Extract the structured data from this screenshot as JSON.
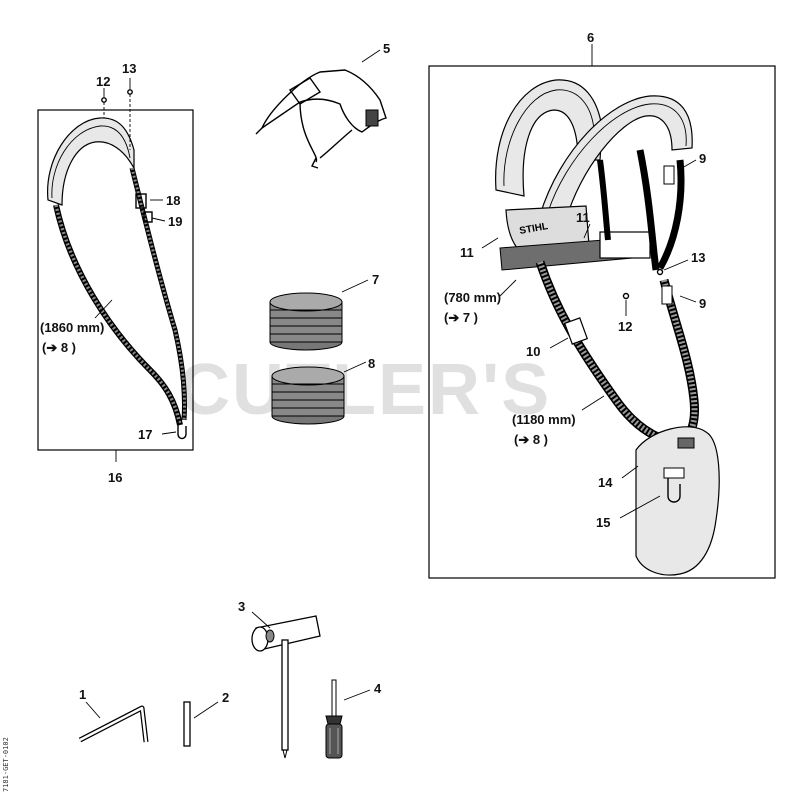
{
  "watermark": "CUTLER'S",
  "side_code": "7181-GET-0102",
  "labels": {
    "l1": "1",
    "l2": "2",
    "l3": "3",
    "l4": "4",
    "l5": "5",
    "l6": "6",
    "l7": "7",
    "l8": "8",
    "l9a": "9",
    "l9b": "9",
    "l10": "10",
    "l11a": "11",
    "l11b": "11",
    "l12a": "12",
    "l12b": "12",
    "l13a": "13",
    "l13b": "13",
    "l14": "14",
    "l15": "15",
    "l16": "16",
    "l17": "17",
    "l18": "18",
    "l19": "19"
  },
  "measures": {
    "m1860": "(1860 mm)",
    "m1860_ref": "(➔ 8 )",
    "m780": "(780 mm)",
    "m780_ref": "(➔ 7 )",
    "m1180": "(1180 mm)",
    "m1180_ref": "(➔ 8 )"
  },
  "brand_text": "STIHL"
}
